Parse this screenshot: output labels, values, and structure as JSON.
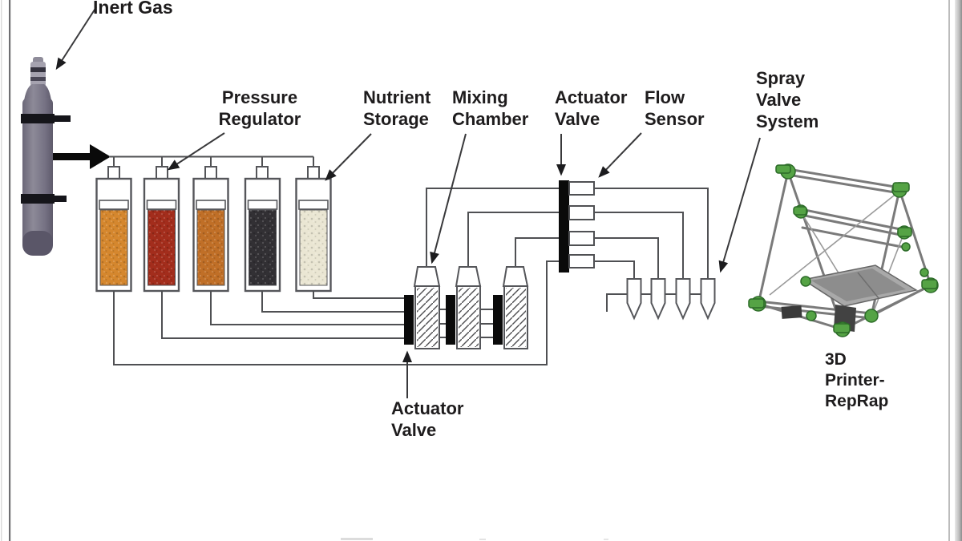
{
  "labels": {
    "inert_gas": "Inert Gas",
    "pressure_regulator": "Pressure\nRegulator",
    "nutrient_storage": "Nutrient\nStorage",
    "mixing_chamber": "Mixing\nChamber",
    "actuator_valve": "Actuator\nValve",
    "flow_sensor": "Flow\nSensor",
    "spray_valve_system": "Spray\nValve\nSystem",
    "actuator_valve_2": "Actuator\nValve",
    "printer": "3D\nPrinter-\nRepRap"
  },
  "nutrients": [
    {
      "name": "nutrient-1",
      "color": "#d5872e"
    },
    {
      "name": "nutrient-2",
      "color": "#a32d1c"
    },
    {
      "name": "nutrient-3",
      "color": "#c06f27"
    },
    {
      "name": "nutrient-4",
      "color": "#323034"
    },
    {
      "name": "nutrient-5",
      "color": "#eae6d3"
    }
  ],
  "colors": {
    "line": "#4f5053",
    "valve_black": "#0a0a0a",
    "printer_green": "#55a345",
    "cylinder_gray": "#7b7787"
  },
  "components": [
    "inert-gas-cylinder",
    "pressure-regulator-manifold",
    "nutrient-storage-containers",
    "actuator-valve",
    "mixing-chambers",
    "flow-sensors",
    "spray-valve-system",
    "3d-printer-reprap"
  ]
}
